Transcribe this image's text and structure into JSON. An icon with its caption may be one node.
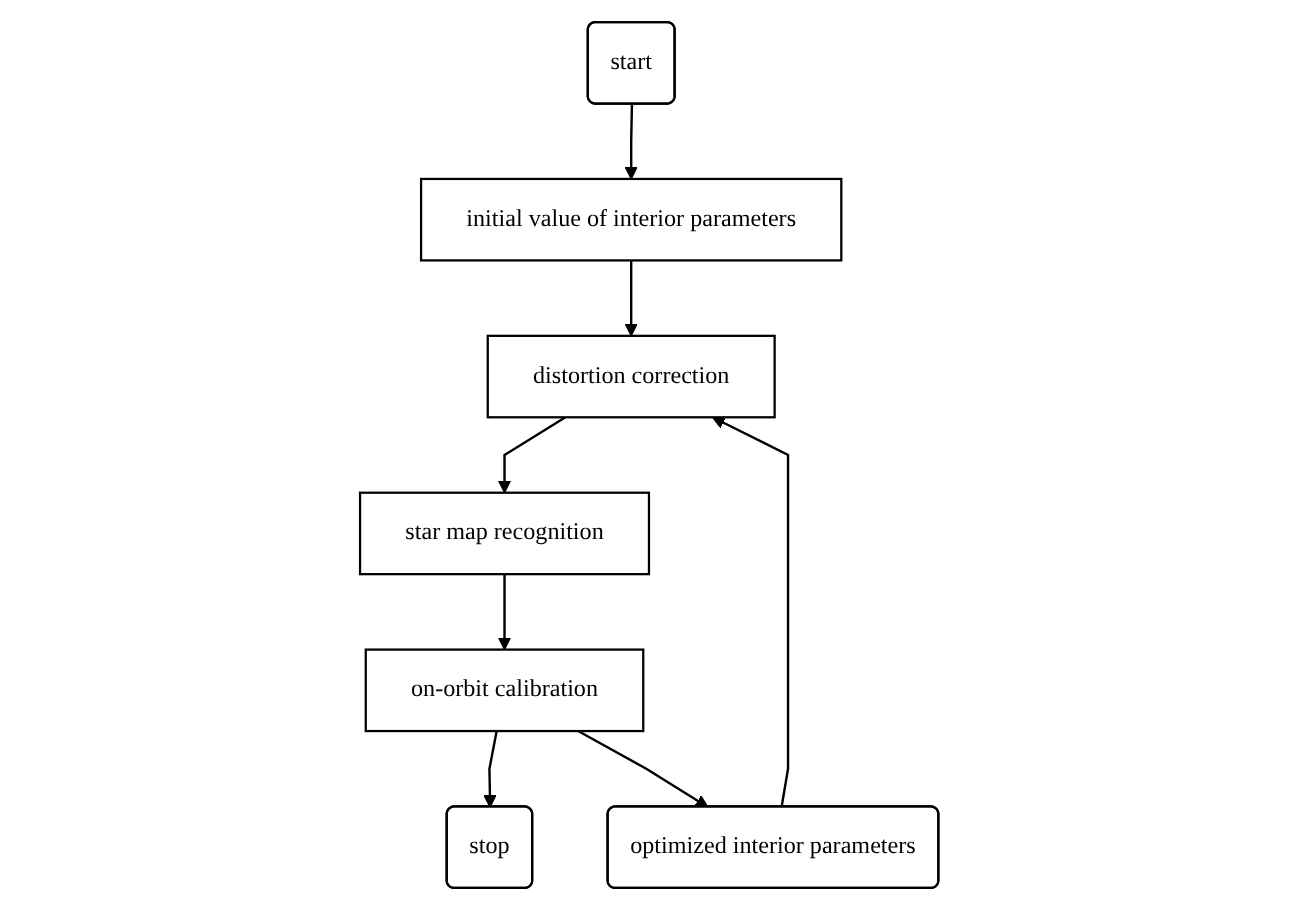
{
  "diagram": {
    "nodes": [
      {
        "text": [
          "start"
        ]
      },
      {
        "text": [
          "initial value of interior parameters"
        ]
      },
      {
        "text": [
          "distortion correction"
        ]
      },
      {
        "text": [
          "star map recognition"
        ]
      },
      {
        "text": [
          "on-orbit calibration"
        ]
      },
      {
        "text": [
          "stop"
        ]
      },
      {
        "text": [
          "optimized interior parameters"
        ]
      }
    ],
    "edges": [
      {
        "from": 0,
        "to": 1,
        "arrow": "to"
      },
      {
        "from": 1,
        "to": 2,
        "arrow": "to"
      },
      {
        "from": 2,
        "to": 3,
        "arrow": "to"
      },
      {
        "from": 3,
        "to": 4,
        "arrow": "to"
      },
      {
        "from": 4,
        "to": 5,
        "arrow": "to"
      },
      {
        "from": 4,
        "to": 6,
        "arrow": "to"
      },
      {
        "from": 6,
        "to": 2,
        "arrow": "to"
      }
    ]
  }
}
